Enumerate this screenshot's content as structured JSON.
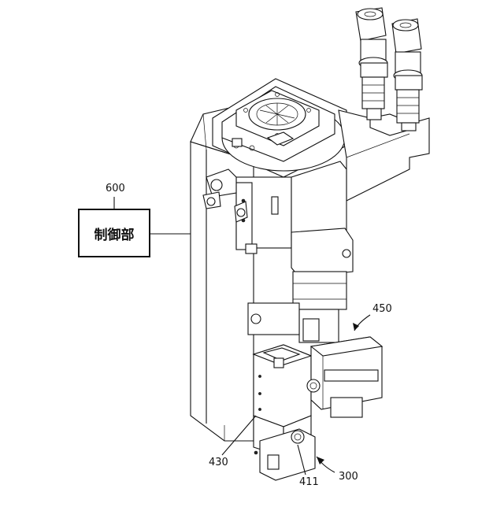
{
  "controller": {
    "ref": "600",
    "label": "制御部"
  },
  "callouts": {
    "r450": "450",
    "r430": "430",
    "r411": "411",
    "r300": "300"
  }
}
